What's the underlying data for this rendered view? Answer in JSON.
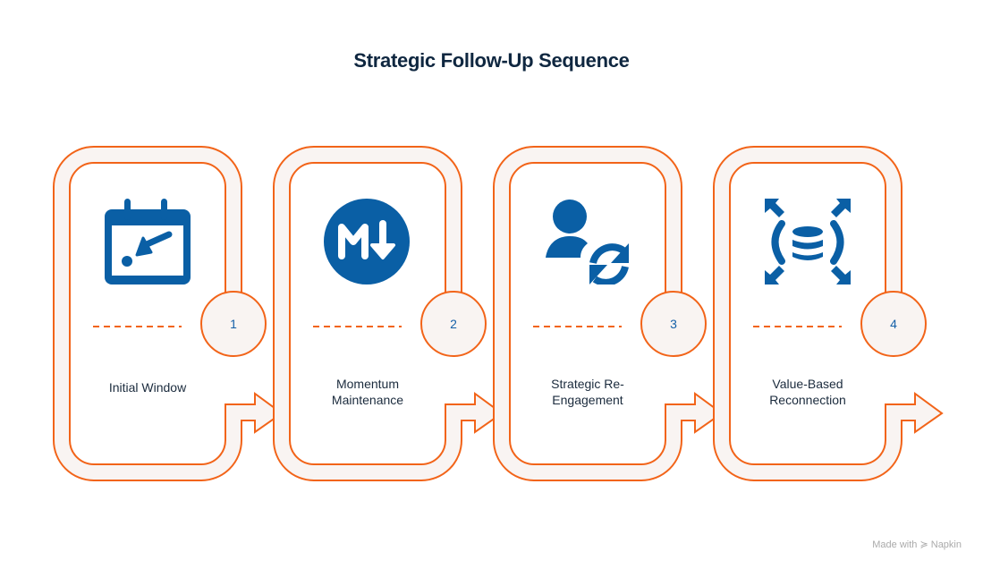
{
  "title": "Strategic Follow-Up Sequence",
  "steps": [
    {
      "number": "1",
      "label": "Initial Window",
      "icon": "calendar-arrow-icon"
    },
    {
      "number": "2",
      "label": "Momentum Maintenance",
      "icon": "markdown-down-icon"
    },
    {
      "number": "3",
      "label": "Strategic Re-Engagement",
      "icon": "user-sync-icon"
    },
    {
      "number": "4",
      "label": "Value-Based Reconnection",
      "icon": "database-expand-icon"
    }
  ],
  "footer": {
    "made_with": "Made with",
    "brand": "Napkin"
  },
  "colors": {
    "accent": "#f26419",
    "band": "#f9f4f2",
    "icon": "#0a5fa5",
    "text": "#1b2b3d"
  }
}
